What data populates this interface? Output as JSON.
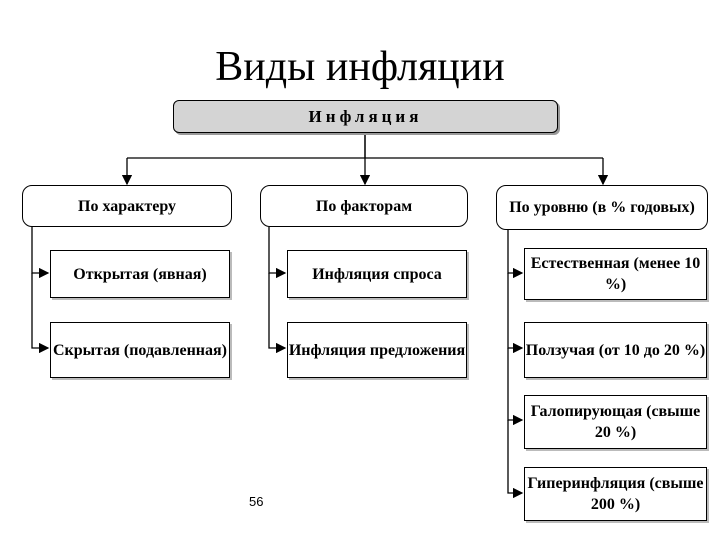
{
  "title": "Виды инфляции",
  "root": "Инфляция",
  "columns": [
    {
      "header": "По характеру",
      "items": [
        "Открытая (явная)",
        "Скрытая (подавленная)"
      ]
    },
    {
      "header": "По факторам",
      "items": [
        "Инфляция спроса",
        "Инфляция предложения"
      ]
    },
    {
      "header": "По уровню (в % годовых)",
      "items": [
        "Естественная (менее 10 %)",
        "Ползучая (от 10 до 20 %)",
        "Галопирующая (свыше 20 %)",
        "Гиперинфляция (свыше 200 %)"
      ]
    }
  ],
  "page_number": "56"
}
